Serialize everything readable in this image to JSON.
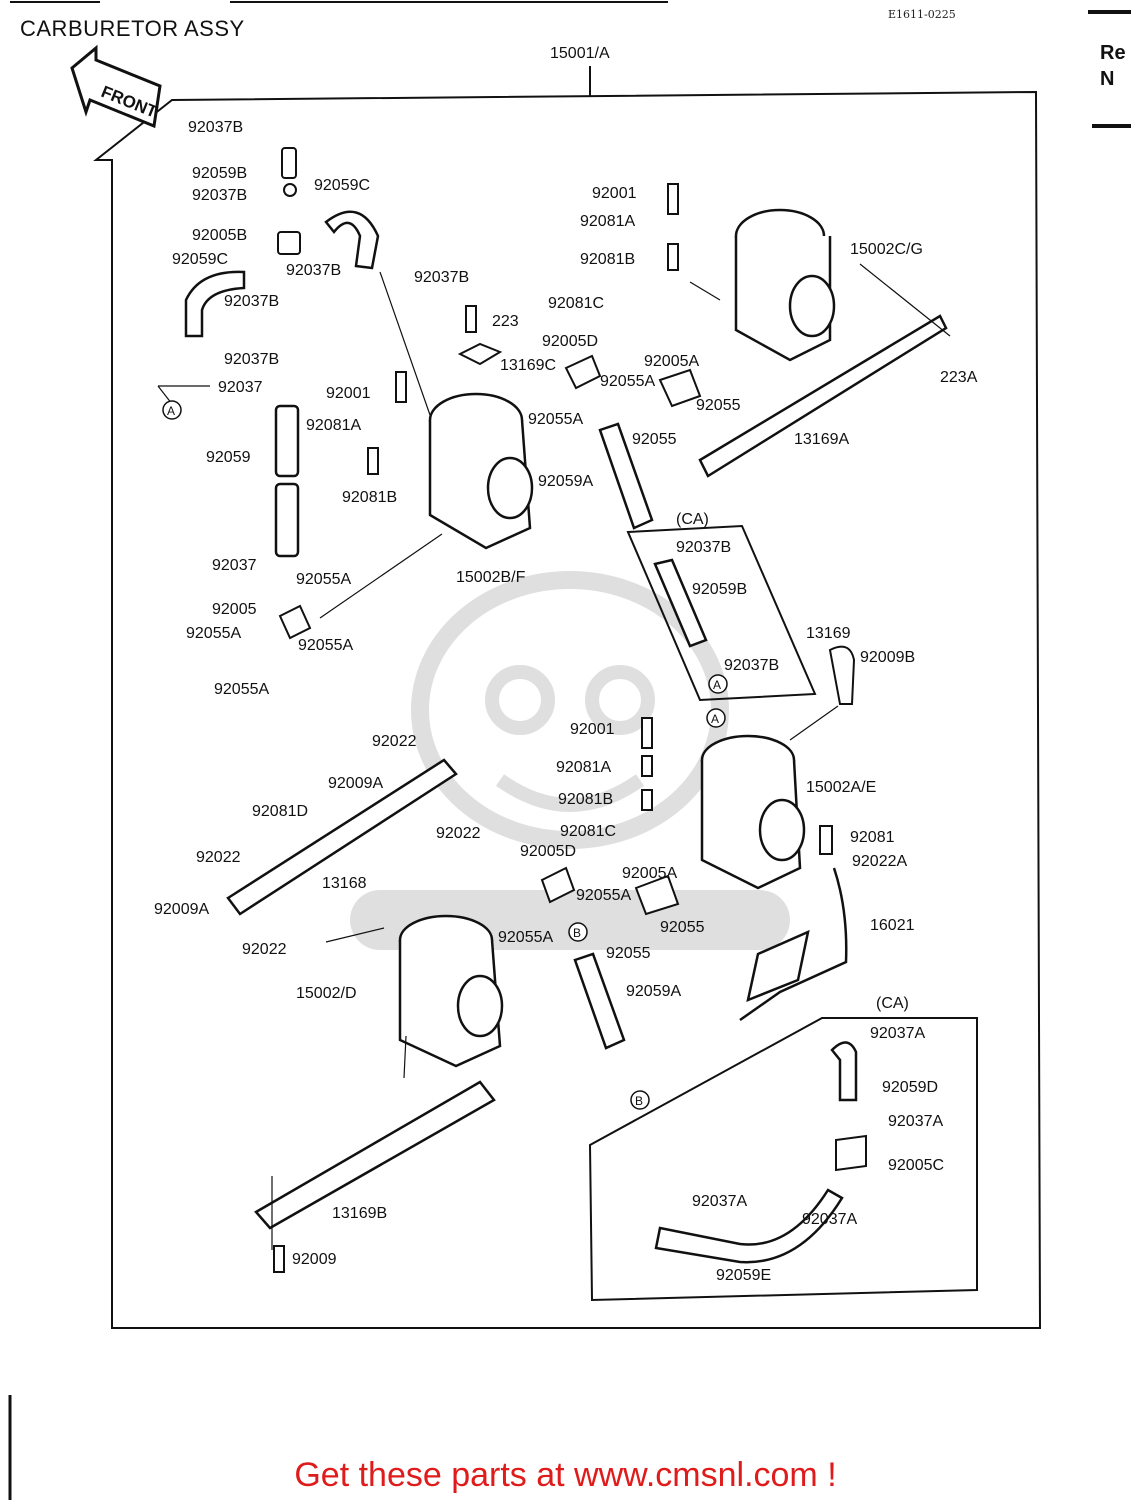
{
  "page": {
    "title": "CARBURETOR ASSY",
    "drawing_code": "E1611-0225",
    "right_edge_cut": [
      "Re",
      "N"
    ],
    "footer": "Get these parts at www.cmsnl.com !"
  },
  "diagram": {
    "front_arrow": "FRONT",
    "callouts": [
      {
        "id": "c1",
        "text": "15001/A"
      },
      {
        "id": "c2",
        "text": "92037B"
      },
      {
        "id": "c3",
        "text": "92059B"
      },
      {
        "id": "c4",
        "text": "92037B"
      },
      {
        "id": "c5",
        "text": "92059C"
      },
      {
        "id": "c6",
        "text": "92005B"
      },
      {
        "id": "c7",
        "text": "92059C"
      },
      {
        "id": "c8",
        "text": "92037B"
      },
      {
        "id": "c9",
        "text": "92037B"
      },
      {
        "id": "c10",
        "text": "92037B"
      },
      {
        "id": "c11",
        "text": "92037B"
      },
      {
        "id": "c12",
        "text": "92037"
      },
      {
        "id": "c13",
        "text": "92001"
      },
      {
        "id": "c14",
        "text": "92081A"
      },
      {
        "id": "c15",
        "text": "92059"
      },
      {
        "id": "c16",
        "text": "92081B"
      },
      {
        "id": "c17",
        "text": "223"
      },
      {
        "id": "c18",
        "text": "13169C"
      },
      {
        "id": "c19",
        "text": "92005D"
      },
      {
        "id": "c20",
        "text": "92055A"
      },
      {
        "id": "c21",
        "text": "92055A"
      },
      {
        "id": "c22",
        "text": "92059A"
      },
      {
        "id": "c23",
        "text": "92001"
      },
      {
        "id": "c24",
        "text": "92081A"
      },
      {
        "id": "c25",
        "text": "92081B"
      },
      {
        "id": "c26",
        "text": "92081C"
      },
      {
        "id": "c27",
        "text": "15002C/G"
      },
      {
        "id": "c28",
        "text": "92005A"
      },
      {
        "id": "c29",
        "text": "92055"
      },
      {
        "id": "c30",
        "text": "92055"
      },
      {
        "id": "c31",
        "text": "223A"
      },
      {
        "id": "c32",
        "text": "13169A"
      },
      {
        "id": "c33",
        "text": "15002B/F"
      },
      {
        "id": "c34",
        "text": "92037"
      },
      {
        "id": "c35",
        "text": "92055A"
      },
      {
        "id": "c36",
        "text": "92005"
      },
      {
        "id": "c37",
        "text": "92055A"
      },
      {
        "id": "c38",
        "text": "92055A"
      },
      {
        "id": "c39",
        "text": "92055A"
      },
      {
        "id": "c40",
        "text": "(CA)"
      },
      {
        "id": "c41",
        "text": "92037B"
      },
      {
        "id": "c42",
        "text": "92059B"
      },
      {
        "id": "c43",
        "text": "92037B"
      },
      {
        "id": "c44",
        "text": "13169"
      },
      {
        "id": "c45",
        "text": "92009B"
      },
      {
        "id": "c46",
        "text": "92001"
      },
      {
        "id": "c47",
        "text": "92081A"
      },
      {
        "id": "c48",
        "text": "92081B"
      },
      {
        "id": "c49",
        "text": "92081C"
      },
      {
        "id": "c50",
        "text": "15002A/E"
      },
      {
        "id": "c51",
        "text": "92081"
      },
      {
        "id": "c52",
        "text": "92022A"
      },
      {
        "id": "c53",
        "text": "92022"
      },
      {
        "id": "c54",
        "text": "92009A"
      },
      {
        "id": "c55",
        "text": "92081D"
      },
      {
        "id": "c56",
        "text": "92022"
      },
      {
        "id": "c57",
        "text": "92022"
      },
      {
        "id": "c58",
        "text": "13168"
      },
      {
        "id": "c59",
        "text": "92009A"
      },
      {
        "id": "c60",
        "text": "92022"
      },
      {
        "id": "c61",
        "text": "92005D"
      },
      {
        "id": "c62",
        "text": "92005A"
      },
      {
        "id": "c63",
        "text": "92055A"
      },
      {
        "id": "c64",
        "text": "92055"
      },
      {
        "id": "c65",
        "text": "92055A"
      },
      {
        "id": "c66",
        "text": "92055"
      },
      {
        "id": "c67",
        "text": "16021"
      },
      {
        "id": "c68",
        "text": "15002/D"
      },
      {
        "id": "c69",
        "text": "92059A"
      },
      {
        "id": "c70",
        "text": "(CA)"
      },
      {
        "id": "c71",
        "text": "92037A"
      },
      {
        "id": "c72",
        "text": "92059D"
      },
      {
        "id": "c73",
        "text": "92037A"
      },
      {
        "id": "c74",
        "text": "92005C"
      },
      {
        "id": "c75",
        "text": "92037A"
      },
      {
        "id": "c76",
        "text": "92037A"
      },
      {
        "id": "c77",
        "text": "13169B"
      },
      {
        "id": "c78",
        "text": "92009"
      },
      {
        "id": "c79",
        "text": "92059E"
      }
    ],
    "markers": [
      {
        "id": "m1",
        "text": "A"
      },
      {
        "id": "m2",
        "text": "A"
      },
      {
        "id": "m3",
        "text": "A"
      },
      {
        "id": "m4",
        "text": "B"
      },
      {
        "id": "m5",
        "text": "B"
      }
    ]
  }
}
